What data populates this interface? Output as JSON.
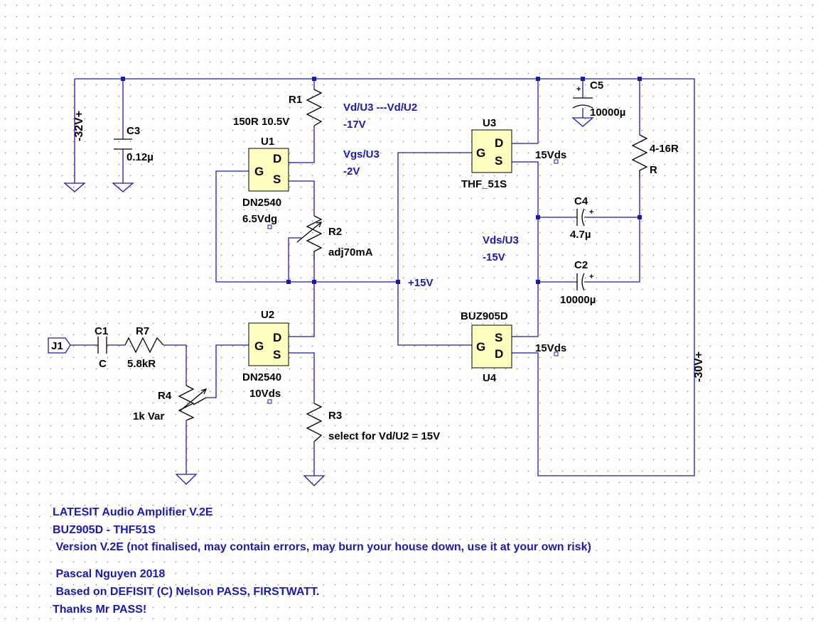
{
  "components": {
    "R1": {
      "ref": "R1",
      "value": "150R 10.5V"
    },
    "U1": {
      "ref": "U1",
      "part": "DN2540",
      "note": "6.5Vdg",
      "g": "G",
      "d": "D",
      "s": "S"
    },
    "R2": {
      "ref": "R2",
      "value": "adj70mA"
    },
    "U2": {
      "ref": "U2",
      "part": "DN2540",
      "note": "10Vds",
      "g": "G",
      "d": "D",
      "s": "S"
    },
    "R3": {
      "ref": "R3",
      "value": "select for Vd/U2 = 15V"
    },
    "R4": {
      "ref": "R4",
      "value": "1k Var"
    },
    "R7": {
      "ref": "R7",
      "value": "5.8kR"
    },
    "C1": {
      "ref": "C1",
      "value": "C"
    },
    "J1": {
      "ref": "J1"
    },
    "C3": {
      "ref": "C3",
      "value": "0.12µ"
    },
    "U3": {
      "ref": "U3",
      "part": "THF_51S",
      "note": "15Vds",
      "g": "G",
      "d": "D",
      "s": "S"
    },
    "U4": {
      "ref": "U4",
      "part": "BUZ905D",
      "note": "15Vds",
      "g": "G",
      "d": "D",
      "s": "S"
    },
    "C5": {
      "ref": "C5",
      "value": "10000µ"
    },
    "C4": {
      "ref": "C4",
      "value": "4.7µ"
    },
    "C2": {
      "ref": "C2",
      "value": "10000µ"
    },
    "RL": {
      "ref": "R",
      "value": "4-16R"
    }
  },
  "supplies": {
    "left": "-32V+",
    "right": "-30V+"
  },
  "net_labels": {
    "plus15": "+15V"
  },
  "plus_sign": "+",
  "notes": {
    "n1": "Vd/U3 ---Vd/U2",
    "n2": "-17V",
    "n3": "Vgs/U3",
    "n4": "-2V",
    "n5": "Vds/U3",
    "n6": "-15V"
  },
  "footer": [
    "LATESIT Audio Amplifier V.2E",
    "BUZ905D - THF51S",
    " Version V.2E (not finalised, may contain errors, may burn your house down, use it at your own risk)",
    "",
    " Pascal Nguyen 2018",
    " Based on DEFISIT (C) Nelson PASS, FIRSTWATT.",
    "Thanks Mr PASS!"
  ],
  "colors": {
    "wire": "#1a1ab0",
    "component": "#000000",
    "chip_fill": "#ffffbf",
    "grid_dot": "#c85078"
  }
}
